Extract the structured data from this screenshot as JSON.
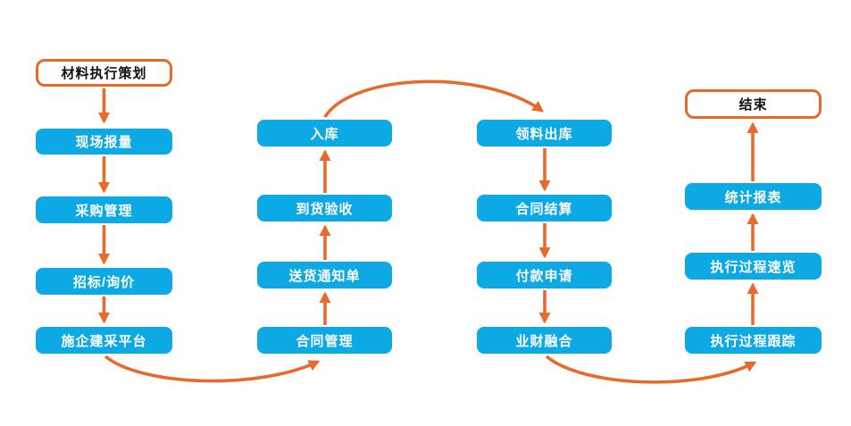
{
  "palette": {
    "process_fill": "#0CA9E4",
    "process_text": "#FFFFFF",
    "terminal_fill": "#FFFFFF",
    "terminal_border": "#E8692C",
    "terminal_text": "#111111",
    "arrow": "#E8692C",
    "background": "#FFFFFF"
  },
  "nodes": [
    {
      "id": "start",
      "label": "材料执行策划",
      "type": "terminal"
    },
    {
      "id": "site-reporting",
      "label": "现场报量",
      "type": "process"
    },
    {
      "id": "procurement-management",
      "label": "采购管理",
      "type": "process"
    },
    {
      "id": "bidding-inquiry",
      "label": "招标/询价",
      "type": "process"
    },
    {
      "id": "construction-procure-platform",
      "label": "施企建采平台",
      "type": "process"
    },
    {
      "id": "contract-management",
      "label": "合同管理",
      "type": "process"
    },
    {
      "id": "delivery-notice",
      "label": "送货通知单",
      "type": "process"
    },
    {
      "id": "arrival-inspection",
      "label": "到货验收",
      "type": "process"
    },
    {
      "id": "warehousing-in",
      "label": "入库",
      "type": "process"
    },
    {
      "id": "material-issue-out",
      "label": "领料出库",
      "type": "process"
    },
    {
      "id": "contract-settlement",
      "label": "合同结算",
      "type": "process"
    },
    {
      "id": "payment-request",
      "label": "付款申请",
      "type": "process"
    },
    {
      "id": "business-finance-integration",
      "label": "业财融合",
      "type": "process"
    },
    {
      "id": "execution-process-tracking",
      "label": "执行过程跟踪",
      "type": "process"
    },
    {
      "id": "execution-process-overview",
      "label": "执行过程速览",
      "type": "process"
    },
    {
      "id": "statistical-reports",
      "label": "统计报表",
      "type": "process"
    },
    {
      "id": "end",
      "label": "结束",
      "type": "terminal"
    }
  ],
  "edges": [
    {
      "from": "start",
      "to": "site-reporting"
    },
    {
      "from": "site-reporting",
      "to": "procurement-management"
    },
    {
      "from": "procurement-management",
      "to": "bidding-inquiry"
    },
    {
      "from": "bidding-inquiry",
      "to": "construction-procure-platform"
    },
    {
      "from": "construction-procure-platform",
      "to": "contract-management"
    },
    {
      "from": "contract-management",
      "to": "delivery-notice"
    },
    {
      "from": "delivery-notice",
      "to": "arrival-inspection"
    },
    {
      "from": "arrival-inspection",
      "to": "warehousing-in"
    },
    {
      "from": "warehousing-in",
      "to": "material-issue-out"
    },
    {
      "from": "material-issue-out",
      "to": "contract-settlement"
    },
    {
      "from": "contract-settlement",
      "to": "payment-request"
    },
    {
      "from": "payment-request",
      "to": "business-finance-integration"
    },
    {
      "from": "business-finance-integration",
      "to": "execution-process-tracking"
    },
    {
      "from": "execution-process-tracking",
      "to": "execution-process-overview"
    },
    {
      "from": "execution-process-overview",
      "to": "statistical-reports"
    },
    {
      "from": "statistical-reports",
      "to": "end"
    }
  ]
}
